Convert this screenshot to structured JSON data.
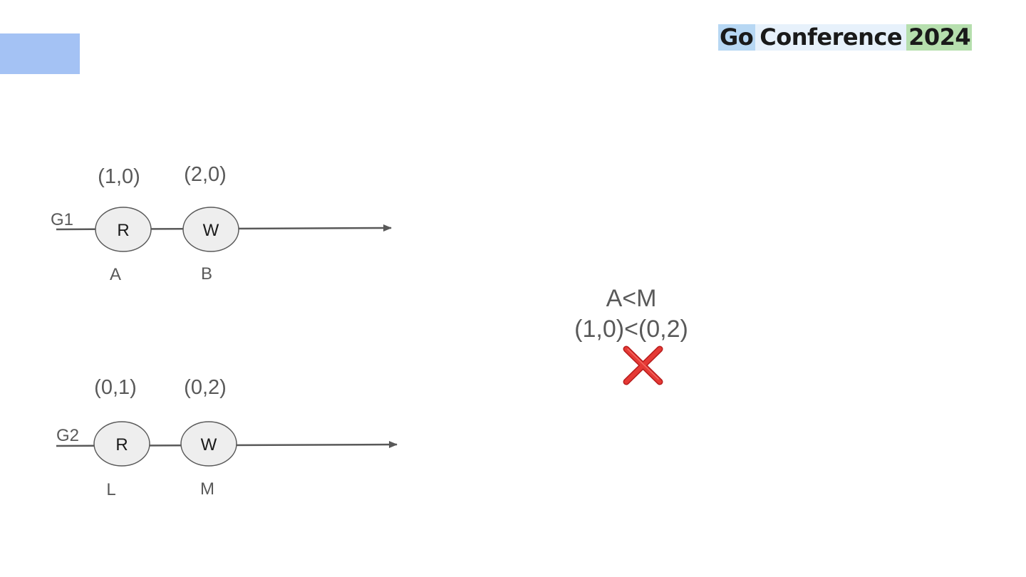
{
  "logo": {
    "word1": "Go",
    "word2": "Conference",
    "word3": "2024",
    "colors": {
      "go_bg": "#b7d7f3",
      "conference_bg": "#e7f1fb",
      "year_bg": "#b6dfae",
      "text": "#1a1a1a"
    }
  },
  "accent_block_color": "#a4c2f4",
  "goroutines": [
    {
      "label": "G1",
      "events": [
        {
          "op": "R",
          "name": "A",
          "clock": "(1,0)"
        },
        {
          "op": "W",
          "name": "B",
          "clock": "(2,0)"
        }
      ]
    },
    {
      "label": "G2",
      "events": [
        {
          "op": "R",
          "name": "L",
          "clock": "(0,1)"
        },
        {
          "op": "W",
          "name": "M",
          "clock": "(0,2)"
        }
      ]
    }
  ],
  "comparison": {
    "line1": "A<M",
    "line2": "(1,0)<(0,2)",
    "result_icon": "cross-mark-icon",
    "result_color": "#e53935"
  },
  "colors": {
    "node_fill": "#eeeeee",
    "node_stroke": "#595959",
    "line": "#595959",
    "text": "#595959"
  }
}
